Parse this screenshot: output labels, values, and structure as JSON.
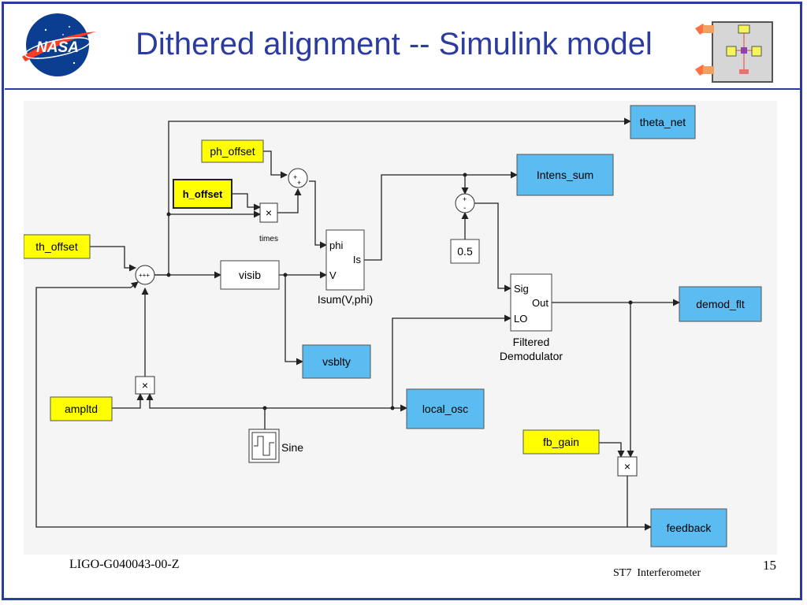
{
  "slide": {
    "title": "Dithered alignment -- Simulink model",
    "footer_left": "LIGO-G040043-00-Z",
    "footer_center": "ST7  Interferometer",
    "page_number": "15",
    "logo_text": "NASA"
  },
  "colors": {
    "frame": "#2b3b9e",
    "title": "#2b3b9e",
    "input_block": "#ffff00",
    "output_block": "#5bbcf2",
    "line": "#222222"
  },
  "diagram": {
    "inputs": {
      "ph_offset": "ph_offset",
      "h_offset": "h_offset",
      "th_offset": "th_offset",
      "ampltd": "ampltd",
      "fb_gain": "fb_gain"
    },
    "outputs": {
      "theta_net": "theta_net",
      "intens_sum": "Intens_sum",
      "demod_flt": "demod_flt",
      "vsblty": "vsblty",
      "local_osc": "local_osc",
      "feedback": "feedback"
    },
    "blocks": {
      "visib": "visib",
      "const": "0.5",
      "product": "×",
      "times_label": "times",
      "sine_label": "Sine",
      "isum_port_phi": "phi",
      "isum_port_v": "V",
      "isum_port_is": "Is",
      "isum_name": "Isum(V,phi)",
      "demod_sig": "Sig",
      "demod_out": "Out",
      "demod_lo": "LO",
      "demod_name_1": "Filtered",
      "demod_name_2": "Demodulator",
      "sum_top_sign": "+",
      "sum_bottom_sign": "+",
      "diff_top_sign": "+",
      "diff_bottom_sign": "-",
      "sum3_signs": "+++"
    }
  }
}
